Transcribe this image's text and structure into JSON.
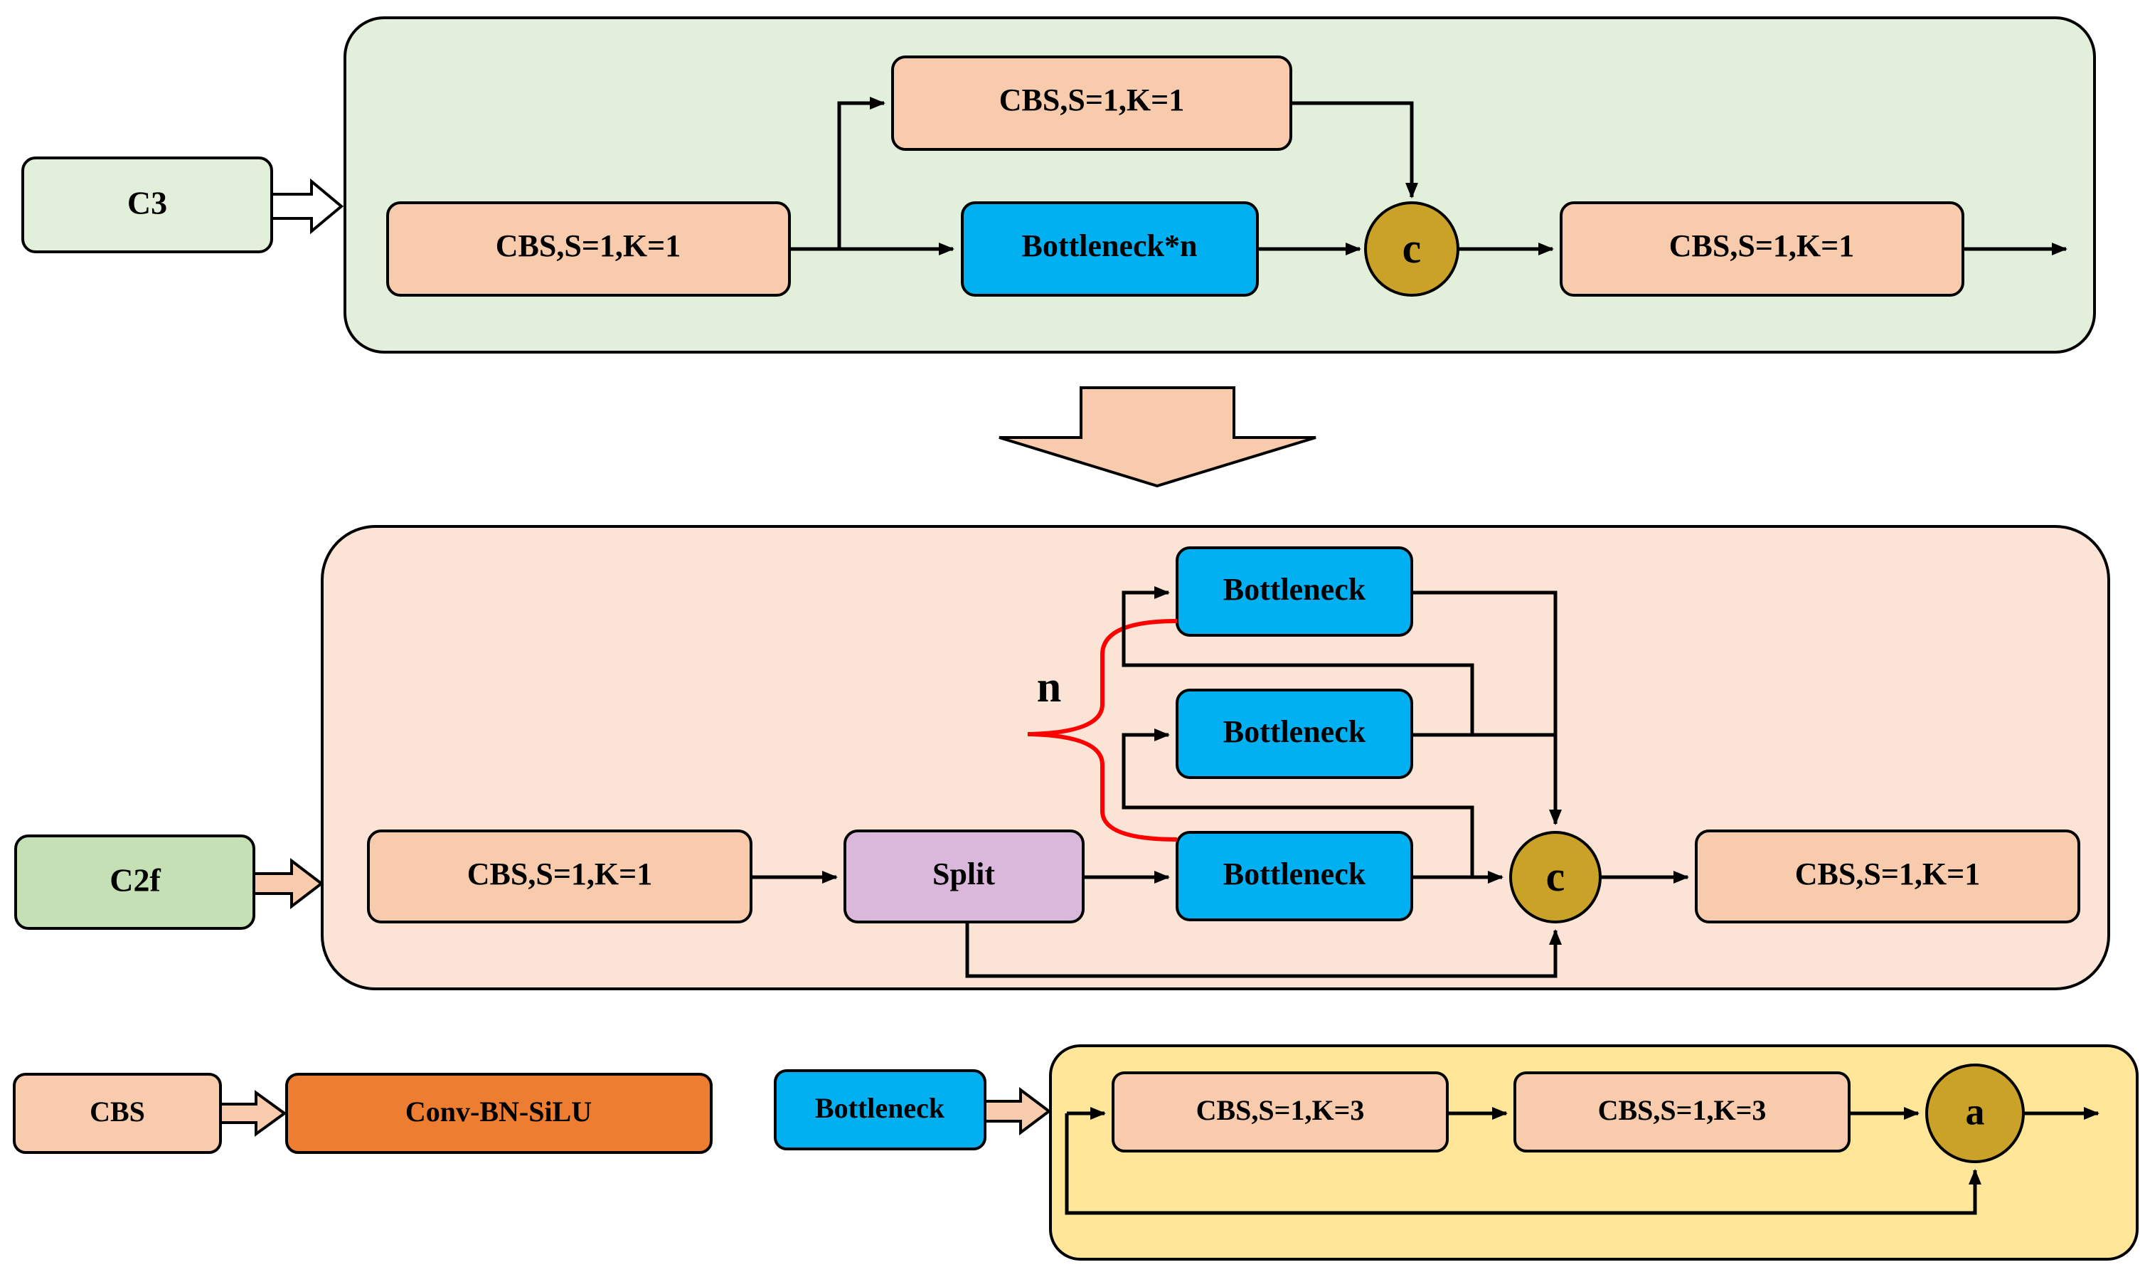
{
  "colors": {
    "c3_panel": "#e2efda",
    "c2f_panel": "#fbe3d6",
    "bottleneck_panel": "#ffe699",
    "cbs_box": "#f8cbad",
    "bottleneck_box": "#00b0f0",
    "split_box": "#d9b8dc",
    "c3_label_box": "#e2efda",
    "c2f_label_box": "#c5e0b4",
    "conv_box": "#ed7d31",
    "concat_circle": "#c9a227",
    "big_arrow": "#f8cbad",
    "brace": "#ff0000",
    "line": "#000000"
  },
  "c3": {
    "label": "C3",
    "input_cbs": "CBS,S=1,K=1",
    "top_cbs": "CBS,S=1,K=1",
    "bottleneck": "Bottleneck*n",
    "concat": "c",
    "output_cbs": "CBS,S=1,K=1"
  },
  "c2f": {
    "label": "C2f",
    "input_cbs": "CBS,S=1,K=1",
    "split": "Split",
    "bottleneck_1": "Bottleneck",
    "bottleneck_2": "Bottleneck",
    "bottleneck_3": "Bottleneck",
    "repeat_label": "n",
    "concat": "c",
    "output_cbs": "CBS,S=1,K=1"
  },
  "legend": {
    "cbs_label": "CBS",
    "cbs_expansion": "Conv-BN-SiLU"
  },
  "bottleneck_def": {
    "label": "Bottleneck",
    "cbs_1": "CBS,S=1,K=3",
    "cbs_2": "CBS,S=1,K=3",
    "add": "a"
  }
}
